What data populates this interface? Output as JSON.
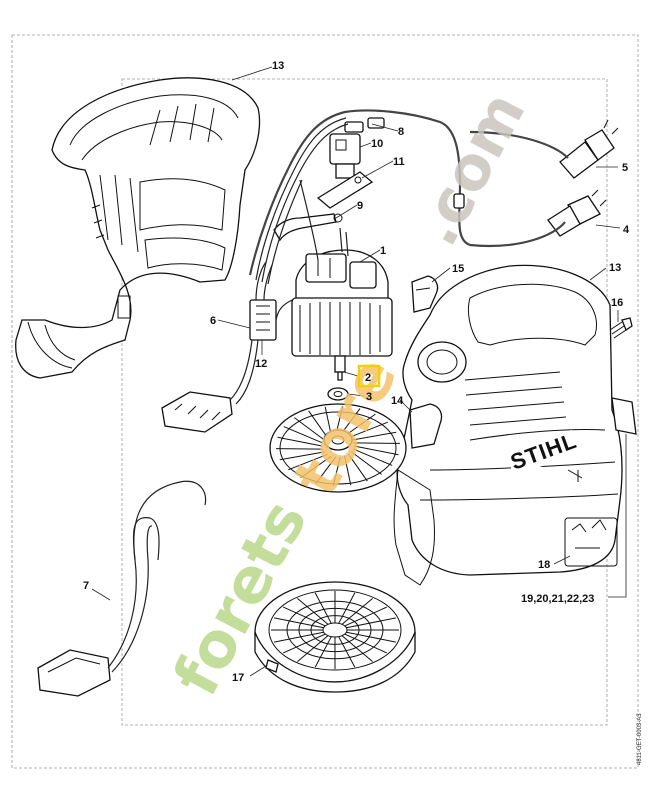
{
  "labels": {
    "p1": "1",
    "p2": "2",
    "p3": "3",
    "p4": "4",
    "p5": "5",
    "p6": "6",
    "p7": "7",
    "p8": "8",
    "p9": "9",
    "p10": "10",
    "p11": "11",
    "p12": "12",
    "p13_top": "13",
    "p13_right": "13",
    "p14": "14",
    "p15": "15",
    "p16": "16",
    "p17": "17",
    "p18": "18",
    "p19_23": "19,20,21,22,23"
  },
  "brand_logo": "STIHL",
  "drawing_code": "4811-GET-0003-A3",
  "watermark": {
    "text_green": "forets",
    "text_orange": "tore",
    "text_gray": ".com"
  },
  "colors": {
    "highlight": "#f5d000",
    "watermark_green": "#b9d88a",
    "watermark_orange": "#f2c26b",
    "watermark_gray": "#c9c4bd",
    "line": "#111111"
  }
}
